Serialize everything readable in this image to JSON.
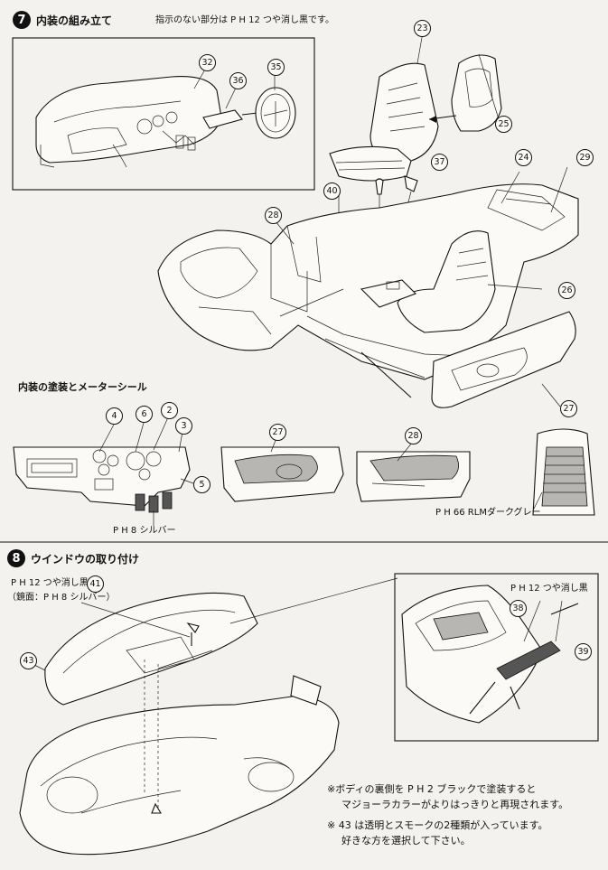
{
  "step7": {
    "number": "7",
    "title": "内装の組み立て",
    "note": "指示のない部分は P H 12 つや消し黒です。",
    "subheading": "内装の塗装とメーターシール",
    "silver_label": "P H 8 シルバー",
    "rlm_label": "P H 66 RLMダークグレー",
    "parts": [
      "32",
      "36",
      "35",
      "23",
      "25",
      "37",
      "40",
      "24",
      "29",
      "28",
      "26",
      "27",
      "4",
      "6",
      "2",
      "3",
      "5",
      "27",
      "28"
    ]
  },
  "step8": {
    "number": "8",
    "title": "ウインドウの取り付け",
    "paint_label": "P H 12 つや消し黒",
    "mirror_label": "（鏡面：P H 8 シルバー）",
    "inset_paint_label": "P H 12 つや消し黒",
    "parts": [
      "41",
      "43",
      "38",
      "39"
    ],
    "notes": [
      "※ボディの裏側を P H 2 ブラックで塗装すると",
      "マジョーラカラーがよりはっきりと再現されます。",
      "※ 43 は透明とスモークの2種類が入っています。",
      "好きな方を選択して下さい。"
    ]
  }
}
